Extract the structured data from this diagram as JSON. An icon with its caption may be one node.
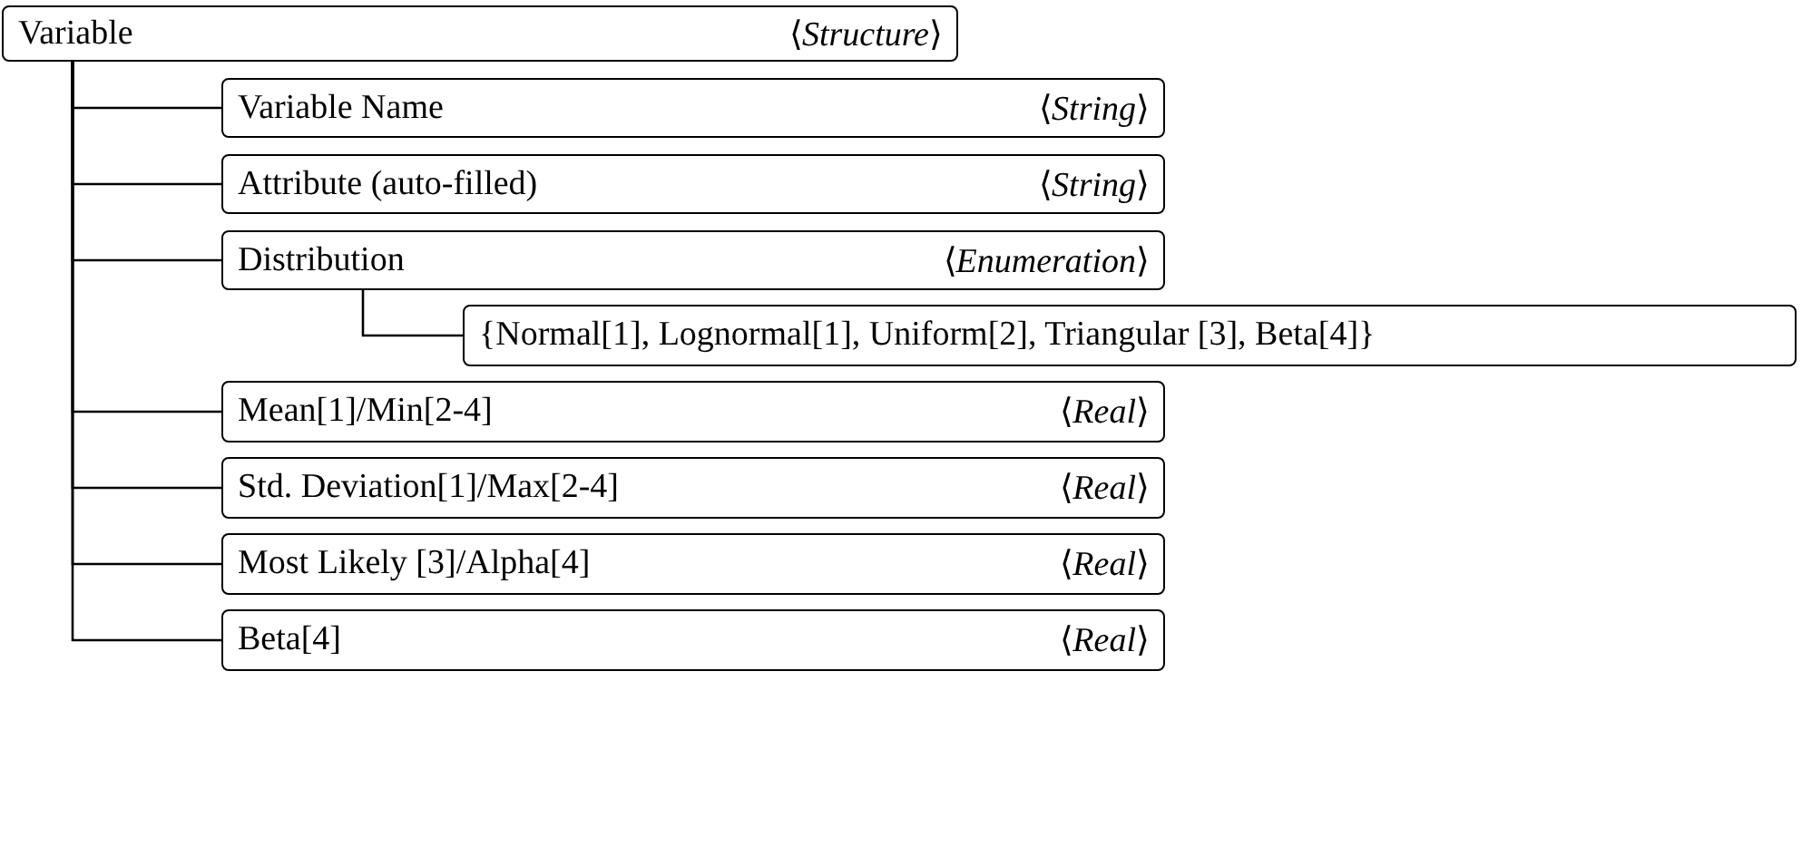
{
  "diagram": {
    "nodes": [
      {
        "text": [
          "Variable",
          "⟨*Structure*⟩"
        ]
      },
      {
        "text": [
          "Variable Name",
          "⟨*String*⟩"
        ]
      },
      {
        "text": [
          "Attribute (auto-filled)",
          "⟨*String*⟩"
        ]
      },
      {
        "text": [
          "Distribution",
          "⟨*Enumeration*⟩"
        ]
      },
      {
        "text": [
          "{Normal[1], Lognormal[1], Uniform[2], Triangular [3], Beta[4]}"
        ]
      },
      {
        "text": [
          "Mean[1]/Min[2-4]",
          "⟨*Real*⟩"
        ]
      },
      {
        "text": [
          "Std. Deviation[1]/Max[2-4]",
          "⟨*Real*⟩"
        ]
      },
      {
        "text": [
          "Most Likely [3]/Alpha[4]",
          "⟨*Real*⟩"
        ]
      },
      {
        "text": [
          "Beta[4]",
          "⟨*Real*⟩"
        ]
      }
    ],
    "edges": [
      {
        "from": 0,
        "to": 1,
        "arrow": "none"
      },
      {
        "from": 0,
        "to": 2,
        "arrow": "none"
      },
      {
        "from": 0,
        "to": 3,
        "arrow": "none"
      },
      {
        "from": 3,
        "to": 4,
        "arrow": "none"
      },
      {
        "from": 0,
        "to": 5,
        "arrow": "none"
      },
      {
        "from": 0,
        "to": 6,
        "arrow": "none"
      },
      {
        "from": 0,
        "to": 7,
        "arrow": "none"
      },
      {
        "from": 0,
        "to": 8,
        "arrow": "none"
      }
    ]
  }
}
